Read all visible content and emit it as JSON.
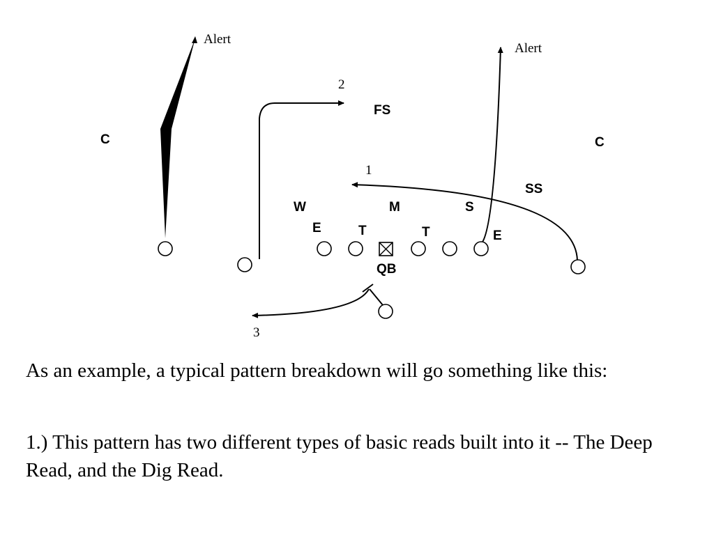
{
  "diagram": {
    "defense": {
      "c_left": "C",
      "c_right": "C",
      "fs": "FS",
      "ss": "SS",
      "w": "W",
      "m": "M",
      "s": "S",
      "e_left": "E",
      "t_left": "T",
      "t_right": "T",
      "e_right": "E"
    },
    "offense": {
      "qb_label": "QB"
    },
    "routes": {
      "alert_left": "Alert",
      "alert_right": "Alert",
      "read_1": "1",
      "read_2": "2",
      "read_3": "3"
    }
  },
  "text": {
    "paragraph_1": "As an example, a typical pattern breakdown will go something like this:",
    "paragraph_2": "1.) This pattern has two different types of basic reads built into it -- The Deep Read, and the Dig Read."
  }
}
